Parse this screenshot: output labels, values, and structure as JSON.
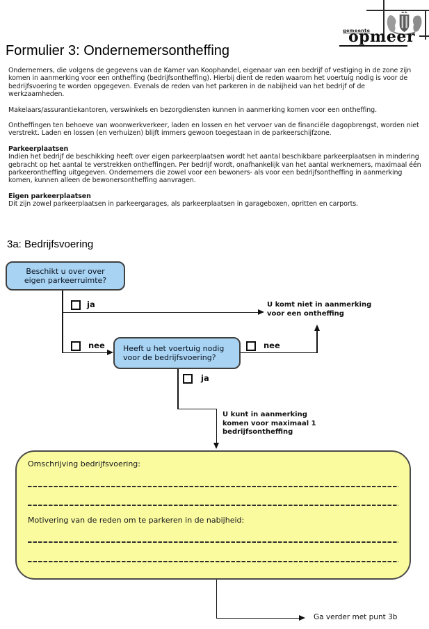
{
  "colors": {
    "box_blue": "#A8D3F2",
    "box_yellow": "#FAFA9E"
  },
  "logo": {
    "gemeente": "gemeente",
    "name": "opmeer"
  },
  "title": "Formulier 3: Ondernemersontheffing",
  "intro": {
    "p1": "Ondernemers, die volgens de gegevens van de Kamer van Koophandel, eigenaar van een bedrijf of vestiging in de zone zijn komen in aanmerking voor een ontheffing (bedrijfsontheffing). Hierbij dient de reden waarom het voertuig nodig is voor de bedrijfsvoering te worden opgegeven. Evenals de reden van het parkeren in de nabijheid van het bedrijf of de werkzaamheden.",
    "p2": "Makelaars/assurantiekantoren, verswinkels en bezorgdiensten kunnen in aanmerking komen voor een ontheffing.",
    "p3": "Ontheffingen ten behoeve van woonwerkverkeer, laden en lossen en het vervoer van de financiële dagopbrengst, worden niet verstrekt. Laden en lossen (en verhuizen) blijft immers gewoon toegestaan in de parkeerschijfzone.",
    "h_parkeerplaatsen": "Parkeerplaatsen",
    "p4": "Indien het bedrijf de beschikking heeft over eigen parkeerplaatsen wordt het aantal beschikbare parkeerplaatsen in mindering gebracht op het aantal te verstrekken ontheffingen. Per bedrijf wordt, onafhankelijk van het aantal werknemers, maximaal één parkeerontheffing uitgegeven. Ondernemers die zowel voor een bewoners- als voor een bedrijfsontheffing in aanmerking komen, kunnen alleen de bewonersontheffing aanvragen.",
    "h_eigen": "Eigen parkeerplaatsen",
    "p5": "Dit zijn zowel parkeerplaatsen in parkeergarages, als parkeerplaatsen in garageboxen, opritten en carports."
  },
  "section": {
    "heading": "3a: Bedrijfsvoering"
  },
  "flowchart": {
    "q1": "Beschikt u over over eigen parkeerruimte?",
    "q2": "Heeft u het voertuig nodig voor de bedrijfsvoering?",
    "opt_ja": "ja",
    "opt_nee": "nee",
    "outcome_no": "U komt niet in aanmerking voor een ontheffing",
    "outcome_yes": "U kunt in aanmerking komen voor maximaal 1 bedrijfsontheffing",
    "next": "Ga verder met punt 3b"
  },
  "form_box": {
    "label_omschrijving": "Omschrijving bedrijfsvoering:",
    "label_motivering": "Motivering van de reden om te parkeren in de nabijheid:"
  }
}
